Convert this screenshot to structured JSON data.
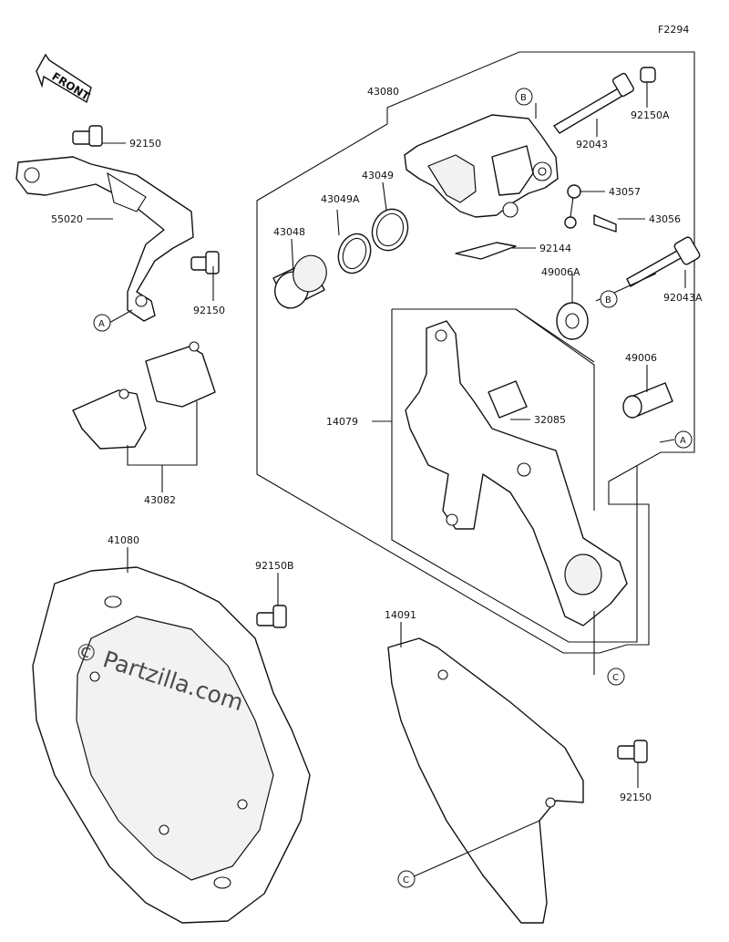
{
  "figure_code": "F2294",
  "front_label": "FRONT",
  "watermark": "© Partzilla.com",
  "parts": [
    {
      "id": "p92150_top",
      "number": "92150"
    },
    {
      "id": "p55020",
      "number": "55020"
    },
    {
      "id": "p92150_mid",
      "number": "92150"
    },
    {
      "id": "p43082",
      "number": "43082"
    },
    {
      "id": "p43080",
      "number": "43080"
    },
    {
      "id": "p43049",
      "number": "43049"
    },
    {
      "id": "p43049A",
      "number": "43049A"
    },
    {
      "id": "p43048",
      "number": "43048"
    },
    {
      "id": "p92150A",
      "number": "92150A"
    },
    {
      "id": "p92043",
      "number": "92043"
    },
    {
      "id": "p43057",
      "number": "43057"
    },
    {
      "id": "p43056",
      "number": "43056"
    },
    {
      "id": "p92144",
      "number": "92144"
    },
    {
      "id": "p49006A",
      "number": "49006A"
    },
    {
      "id": "p92043A",
      "number": "92043A"
    },
    {
      "id": "p49006",
      "number": "49006"
    },
    {
      "id": "p14079",
      "number": "14079"
    },
    {
      "id": "p32085",
      "number": "32085"
    },
    {
      "id": "p41080",
      "number": "41080"
    },
    {
      "id": "p92150B",
      "number": "92150B"
    },
    {
      "id": "p14091",
      "number": "14091"
    },
    {
      "id": "p92150_bot",
      "number": "92150"
    }
  ],
  "references": {
    "A": "A",
    "B": "B",
    "C": "C"
  }
}
